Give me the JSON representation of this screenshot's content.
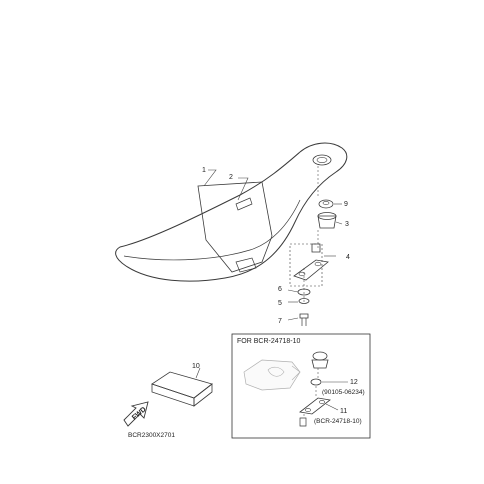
{
  "callouts": {
    "c1": "1",
    "c2": "2",
    "c3": "3",
    "c4": "4",
    "c5": "5",
    "c6": "6",
    "c7": "7",
    "c9": "9",
    "c10": "10",
    "c11": "11",
    "c12": "12"
  },
  "inset": {
    "title": "FOR BCR-24718-10",
    "part12_number": "(90105-06234)",
    "part11_number": "(BCR-24718-10)"
  },
  "fwd_label": "FWD",
  "diagram_code": "BCR2300X2701"
}
